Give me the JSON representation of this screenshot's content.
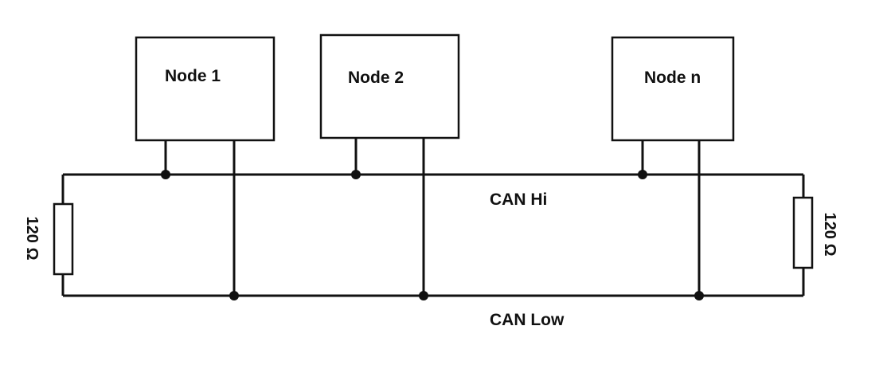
{
  "nodes": [
    {
      "label": "Node 1"
    },
    {
      "label": "Node 2"
    },
    {
      "label": "Node n"
    }
  ],
  "bus": {
    "hi_label": "CAN Hi",
    "low_label": "CAN Low"
  },
  "terminators": {
    "left_label": "120 Ω",
    "right_label": "120 Ω"
  }
}
